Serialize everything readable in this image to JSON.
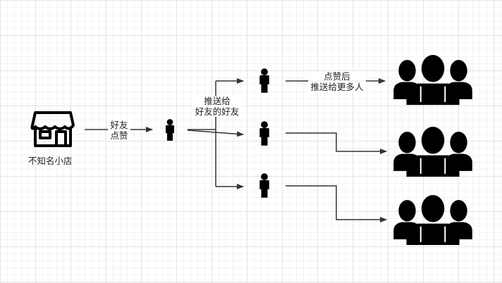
{
  "labels": {
    "shop": "不知名小店",
    "friend_like_1": "好友",
    "friend_like_2": "点赞",
    "push_1": "推送给",
    "push_2": "好友的好友",
    "like_push_1": "点赞后",
    "like_push_2": "推送给更多人"
  },
  "colors": {
    "ink": "#000000",
    "line": "#333333"
  },
  "icons": [
    "shop-icon",
    "person-icon",
    "group-icon"
  ]
}
